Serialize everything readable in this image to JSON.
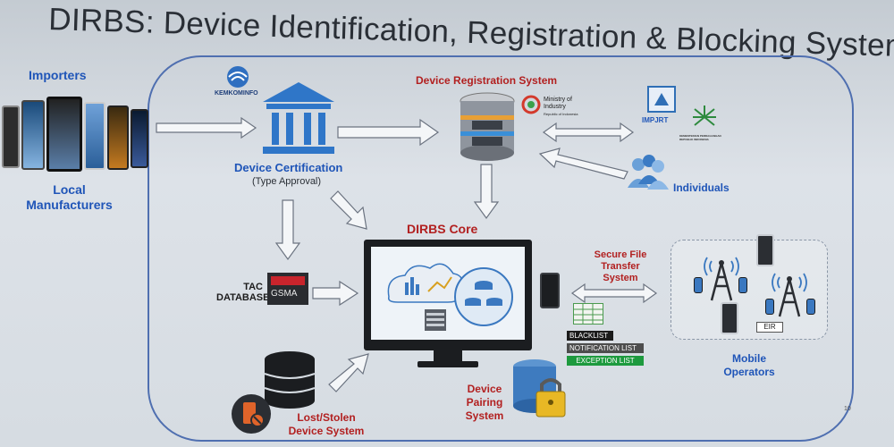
{
  "title": "DIRBS: Device Identification, Registration & Blocking System",
  "labels": {
    "importers": "Importers",
    "local_manufacturers_1": "Local",
    "local_manufacturers_2": "Manufacturers",
    "kemkominfo": "KEMKOMINFO",
    "device_certification": "Device Certification",
    "type_approval": "(Type Approval)",
    "device_registration_system": "Device Registration System",
    "ministry_1": "Ministry of",
    "ministry_2": "Industry",
    "ministry_3": "Republic of Indonesia",
    "impjrt": "IMPJRT",
    "kemenkeu": "KEMENTERIAN PERDAGANGAN REPUBLIK INDONESIA",
    "individuals": "Individuals",
    "dirbs_core": "DIRBS Core",
    "tac_1": "TAC",
    "tac_2": "DATABASE",
    "gsma": "GSMA",
    "secure_1": "Secure File",
    "secure_2": "Transfer",
    "secure_3": "System",
    "blacklist": "BLACKLIST",
    "notification_list": "NOTIFICATION LIST",
    "exception_list": "EXCEPTION LIST",
    "eir": "EIR",
    "mobile_1": "Mobile",
    "mobile_2": "Operators",
    "device_pairing_1": "Device",
    "device_pairing_2": "Pairing",
    "device_pairing_3": "System",
    "lost_stolen_1": "Lost/Stolen",
    "lost_stolen_2": "Device System",
    "page_number": "10"
  },
  "colors": {
    "label_blue": "#1f55b8",
    "label_red": "#b22020",
    "frame": "#4f6fb0",
    "list_black": "#1b1b1b",
    "list_grey": "#4d4d4d",
    "list_green": "#1d9a3e"
  },
  "icons": {
    "certification": "government-building-icon",
    "registration": "database-server-icon",
    "individuals": "people-group-icon",
    "core": "monitor-icon",
    "lost_stolen": "database-icon",
    "pairing": "database-lock-icon",
    "operators": "cell-tower-icon"
  }
}
